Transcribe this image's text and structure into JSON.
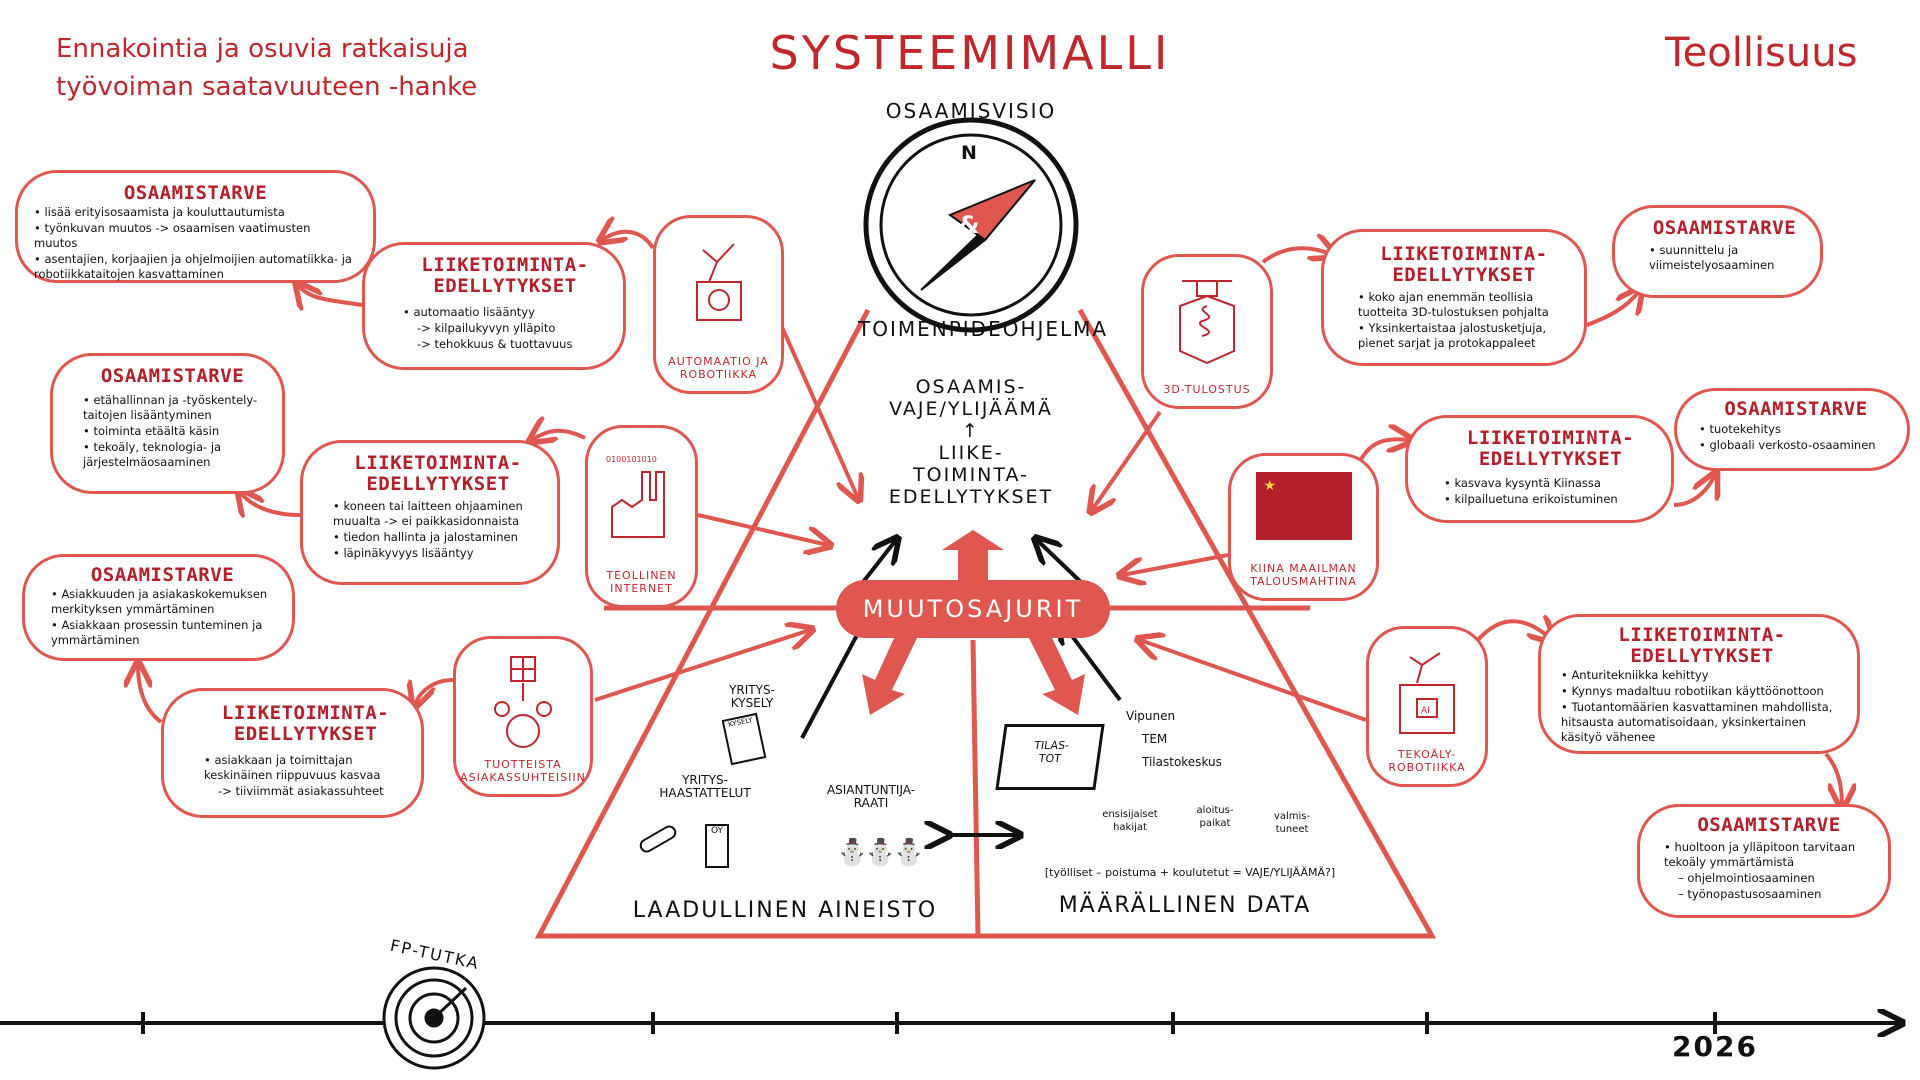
{
  "header": {
    "project_line1": "Ennakointia ja osuvia ratkaisuja",
    "project_line2": "työvoiman saatavuuteen -hanke",
    "title": "SYSTEEMIMALLI",
    "sector": "Teollisuus"
  },
  "compass": {
    "top_label": "OSAAMISVISIO",
    "bottom_label": "TOIMENPIDEOHJELMA",
    "north": "N",
    "center": "&"
  },
  "pyramid": {
    "top1": "OSAAMIS-",
    "top2": "VAJE/YLIJÄÄMÄ",
    "arrow": "↑",
    "mid1": "LIIKE-",
    "mid2": "TOIMINTA-",
    "mid3": "EDELLYTYKSET",
    "drivers": "MUUTOSAJURIT",
    "qual": {
      "title": "LAADULLINEN AINEISTO",
      "survey1": "YRITYS-",
      "survey2": "KYSELY",
      "survey_sheet": "KYSELY",
      "interviews1": "YRITYS-",
      "interviews2": "HAASTATTELUT",
      "company": "OY",
      "panel1": "ASIANTUNTIJA-",
      "panel2": "RAATI"
    },
    "quant": {
      "title": "MÄÄRÄLLINEN DATA",
      "laptop1": "TILAS-",
      "laptop2": "TOT",
      "sources": [
        "Vipunen",
        "TEM",
        "Tilastokeskus"
      ],
      "applicants1": "ensisijaiset",
      "applicants2": "hakijat",
      "places1": "aloitus-",
      "places2": "paikat",
      "graduates1": "valmis-",
      "graduates2": "tuneet",
      "formula": "[työlliset – poistuma + koulutetut = VAJE/YLIJÄÄMÄ?]"
    }
  },
  "drivers": {
    "robotics": "AUTOMAATIO JA ROBOTIIKKA",
    "iot1": "TEOLLINEN",
    "iot2": "INTERNET",
    "customer1": "TUOTTEISTA",
    "customer2": "ASIAKASSUHTEISIIN",
    "print3d": "3D-TULOSTUS",
    "china1": "KIINA MAAILMAN",
    "china2": "TALOUSMAHTINA",
    "ai1": "TEKOÄLY-",
    "ai2": "ROBOTIIKKA",
    "ai_chip": "AI"
  },
  "boxes": {
    "osaamistarve_title": "OSAAMISTARVE",
    "liiketoiminta_title1": "LIIKETOIMINTA-",
    "liiketoiminta_title2": "EDELLYTYKSET",
    "l_os1": [
      "• lisää erityisosaamista ja kouluttautumista",
      "• työnkuvan muutos -> osaamisen vaatimusten muutos",
      "• asentajien, korjaajien ja ohjelmoijien automatiikka- ja robotiikkataitojen kasvattaminen"
    ],
    "l_lt1": [
      "• automaatio lisääntyy",
      "-> kilpailukyvyn ylläpito",
      "-> tehokkuus & tuottavuus"
    ],
    "l_os2": [
      "• etähallinnan ja -työskentely-taitojen lisääntyminen",
      "• toiminta etäältä käsin",
      "• tekoäly, teknologia- ja järjestelmäosaaminen"
    ],
    "l_lt2": [
      "• koneen tai laitteen ohjaaminen muualta -> ei paikkasidonnaista",
      "• tiedon hallinta ja jalostaminen",
      "• läpinäkyvyys lisääntyy"
    ],
    "l_os3": [
      "• Asiakkuuden ja asiakaskokemuksen merkityksen ymmärtäminen",
      "• Asiakkaan prosessin tunteminen ja ymmärtäminen"
    ],
    "l_lt3": [
      "• asiakkaan ja toimittajan keskinäinen riippuvuus kasvaa",
      "-> tiiviimmät asiakassuhteet"
    ],
    "r_lt1": [
      "• koko ajan enemmän teollisia tuotteita 3D-tulostuksen pohjalta",
      "• Yksinkertaistaa jalostusketjuja, pienet sarjat ja protokappaleet"
    ],
    "r_os1": [
      "• suunnittelu ja viimeistelyosaaminen"
    ],
    "r_lt2": [
      "• kasvava kysyntä Kiinassa",
      "• kilpailuetuna erikoistuminen"
    ],
    "r_os2": [
      "• tuotekehitys",
      "• globaali verkosto-osaaminen"
    ],
    "r_lt3": [
      "• Anturitekniikka kehittyy",
      "• Kynnys madaltuu robotiikan käyttöönottoon",
      "• Tuotantomäärien kasvattaminen mahdollista, hitsausta automatisoidaan, yksinkertainen käsityö vähenee"
    ],
    "r_os3": [
      "• huoltoon ja ylläpitoon tarvitaan tekoäly ymmärtämistä",
      "– ohjelmointiosaaminen",
      "– työnopastusosaaminen"
    ]
  },
  "timeline": {
    "radar_label": "FP-TUTKA",
    "year": "2026"
  },
  "colors": {
    "accent": "#e0574f",
    "title_red": "#c0272d",
    "flag": "#b3202a"
  }
}
